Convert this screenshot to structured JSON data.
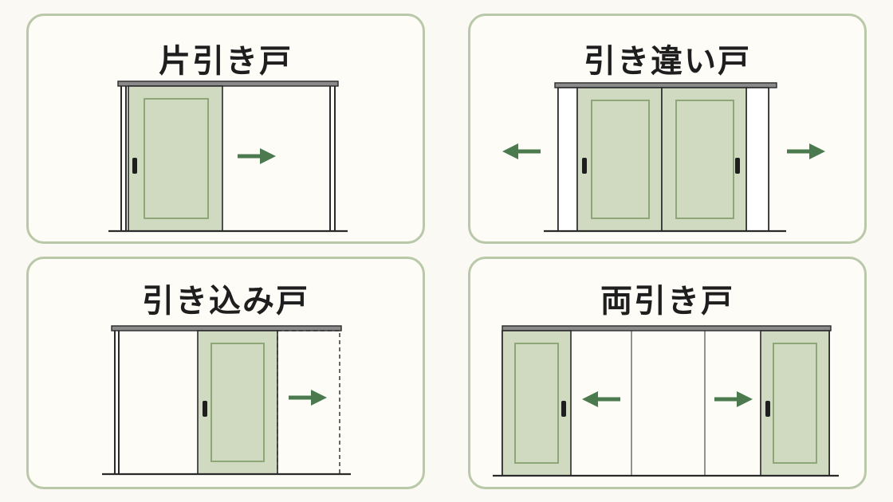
{
  "cards": {
    "single_sliding": {
      "title": "片引き戸"
    },
    "double_sliding": {
      "title": "引き違い戸"
    },
    "pocket_sliding": {
      "title": "引き込み戸"
    },
    "bi_parting": {
      "title": "両引き戸"
    }
  },
  "colors": {
    "card_border": "#b9c8a8",
    "door_fill": "#cfdac0",
    "door_panel": "#8fa678",
    "arrow": "#4a7a4d",
    "background": "#fbf9f3"
  },
  "icons": {
    "arrow_right": "arrow-right-icon",
    "arrow_left": "arrow-left-icon",
    "handle": "door-handle-icon"
  }
}
